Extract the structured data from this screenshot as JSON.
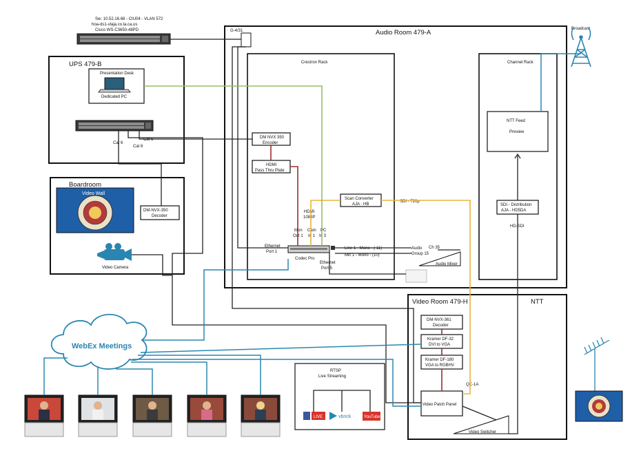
{
  "switch_top": {
    "line1": "Sw: 10.52.16.68 - CIU04 - VLAN 572",
    "line2": "hoa-ds1-vlaja.co.la.ca.us",
    "line3": "Cisco WS-C3650-48PD"
  },
  "ports": {
    "top_port": "G-4/31"
  },
  "rooms": {
    "audio": "Audio Room 479-A",
    "ups": "UPS 479-B",
    "boardroom": "Boardroom",
    "video_room": "Video Room 479-H",
    "ntt": "NTT"
  },
  "racks": {
    "crestron": "Crestron Rack",
    "channel": "Channel Rack"
  },
  "broadcast": "Broadcast",
  "devices": {
    "presentation_desk": "Presentation Desk",
    "dedicated_pc": "Dedicated PC",
    "dm_encoder": [
      "DM NVX 350",
      "Encoder"
    ],
    "hdmi_plate": [
      "HDMI",
      "Pass Thru Plate"
    ],
    "dm_decoder_board": [
      "DM-NVX-350",
      "Decoder"
    ],
    "video_wall": "Video Wall",
    "video_camera": "Video Camera",
    "scan_converter": [
      "Scan Converter",
      "AJA - HB"
    ],
    "ntt_feed": [
      "NTT Feed",
      "Preview"
    ],
    "sdi_distribution": [
      "SDI - Distribution",
      "AJA - HD5DA"
    ],
    "codec_pro": "Codec Pro",
    "audio_mixer": "Audio Mixer",
    "dm_decoder_video": [
      "DM-NVX-361",
      "Decoder"
    ],
    "kramer_dvi": [
      "Kramer DF-32",
      "DVI to VGA"
    ],
    "kramer_vga": [
      "Kramer DF-180",
      "VGA to RGBHV"
    ],
    "video_patch_panel": "Video Patch Panel",
    "video_switcher": "Video Switcher",
    "rtsp": [
      "RTSP",
      "Live Streaming"
    ],
    "webex": "WebEx Meetings"
  },
  "labels": {
    "cat6_a": "Cat 6",
    "cat6_b": "Cat 6",
    "cat6_c": "Cat 6",
    "hdmi_1080p": [
      "HDMI",
      "1080P"
    ],
    "mon_out": [
      "Mon",
      "Out 1"
    ],
    "cam_in": [
      "Cam",
      "In 1"
    ],
    "pc_in": [
      "PC",
      "In 3"
    ],
    "ethernet_port1": [
      "Ethernet",
      "Port 1"
    ],
    "ethernet_port5": [
      "Ethernet",
      "Port 5"
    ],
    "line1": "Line 1 - Mono - (-11)",
    "mic1": "Mic 1 - Mono - (10)",
    "audio_group": [
      "Audio",
      "Group 15"
    ],
    "ch35": "Ch 35",
    "sdi_720p": "SDI - 720p",
    "hd_sdi": "HD-SDI",
    "qc1a": "QC-1A"
  },
  "streaming": {
    "facebook": "LIVE",
    "vbrick": "vbrick",
    "youtube": "YouTube"
  },
  "colors": {
    "blue_link": "#2a86b0",
    "red_link": "#9b2d2d",
    "yellow_link": "#e8b33a",
    "green_link": "#8fbf6a",
    "seal_blue": "#1f5fa8"
  }
}
